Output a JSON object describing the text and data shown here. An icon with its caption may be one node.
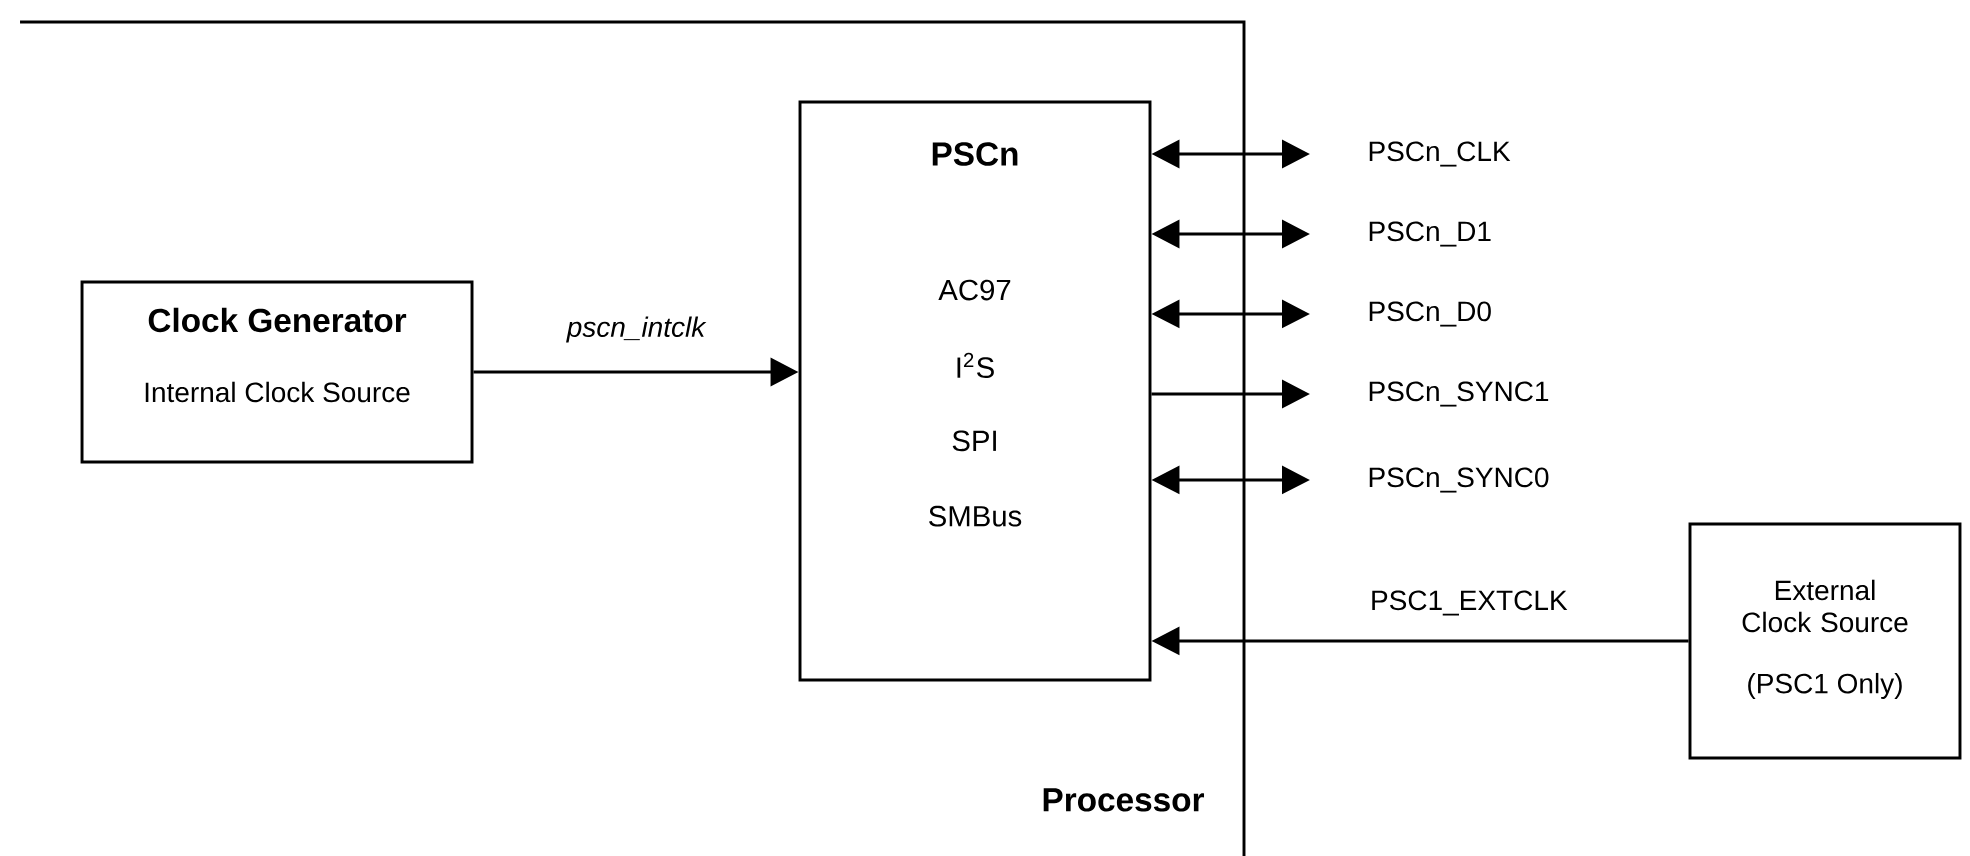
{
  "diagram": {
    "nodes": [
      {
        "text": [
          "Processor"
        ]
      },
      {
        "text": [
          "Clock Generator",
          "Internal Clock Source"
        ],
        "in": 0
      },
      {
        "text": [
          "PSCn",
          "AC97",
          "I$^{2}$S",
          "SPI",
          "SMBus"
        ],
        "in": 0
      },
      {
        "text": [
          "PSCn_CLK"
        ]
      },
      {
        "text": [
          "PSCn_D1"
        ]
      },
      {
        "text": [
          "PSCn_D0"
        ]
      },
      {
        "text": [
          "PSCn_SYNC1"
        ]
      },
      {
        "text": [
          "PSCn_SYNC0"
        ]
      },
      {
        "text": [
          "External Clock Source",
          "(PSC1 Only)"
        ]
      }
    ],
    "edges": [
      {
        "from": 1,
        "to": 2,
        "arrow": "to",
        "label": "pscn_intclk"
      },
      {
        "from": 2,
        "to": 3,
        "arrow": "both"
      },
      {
        "from": 2,
        "to": 4,
        "arrow": "both"
      },
      {
        "from": 2,
        "to": 5,
        "arrow": "both"
      },
      {
        "from": 2,
        "to": 6,
        "arrow": "to"
      },
      {
        "from": 2,
        "to": 7,
        "arrow": "both"
      },
      {
        "from": 8,
        "to": 2,
        "arrow": "to",
        "label": "PSC1_EXTCLK"
      }
    ]
  }
}
